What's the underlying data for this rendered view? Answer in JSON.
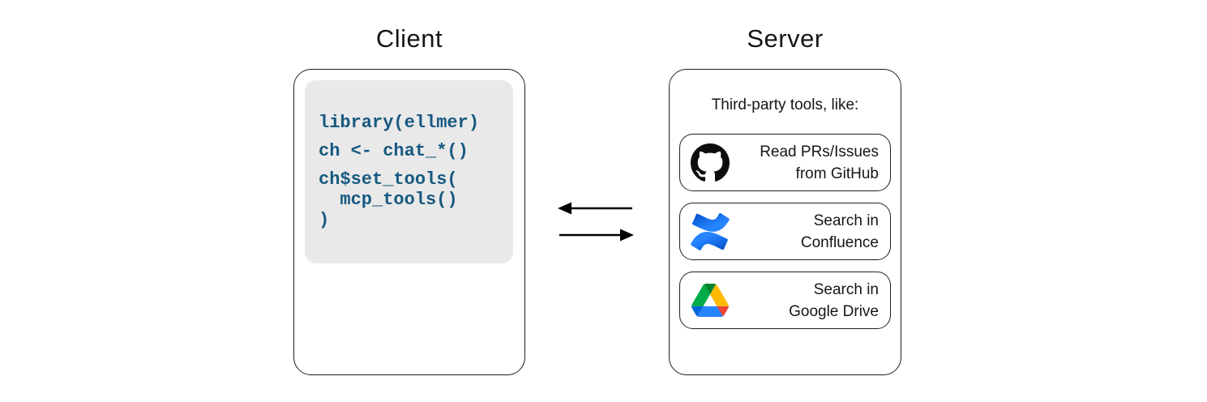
{
  "diagram": {
    "client": {
      "title": "Client",
      "code_statements": [
        "library(ellmer)",
        "ch <- chat_*()",
        "ch$set_tools(\n  mcp_tools()\n)"
      ]
    },
    "server": {
      "title": "Server",
      "heading": "Third-party tools, like:",
      "tools": [
        {
          "icon": "github-icon",
          "label": "Read PRs/Issues\nfrom GitHub"
        },
        {
          "icon": "confluence-icon",
          "label": "Search in\nConfluence"
        },
        {
          "icon": "google-drive-icon",
          "label": "Search in\nGoogle Drive"
        }
      ]
    },
    "arrows": [
      {
        "name": "server-to-client-arrow",
        "direction": "left"
      },
      {
        "name": "client-to-server-arrow",
        "direction": "right"
      }
    ],
    "colors": {
      "code_text": "#175980",
      "code_background": "#E9E9E9",
      "box_border": "#1F1F1F",
      "github_black": "#0D0D0D",
      "confluence_blue_dark": "#0052CC",
      "confluence_blue_light": "#2684FF",
      "drive_blue": "#0066DA",
      "drive_green": "#00AC47",
      "drive_dark_green": "#00832D",
      "drive_red": "#EA4335",
      "drive_yellow": "#FFBA00",
      "drive_cornflower": "#2684FC"
    }
  }
}
